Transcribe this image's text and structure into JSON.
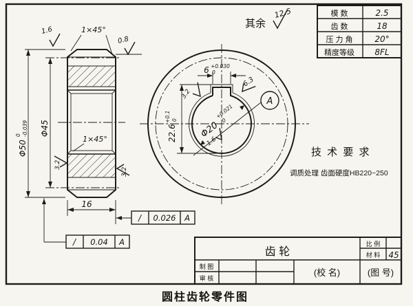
{
  "caption": "圆柱齿轮零件图",
  "general_finish": {
    "label": "其余",
    "value": "12.5"
  },
  "param_table": {
    "rows": [
      {
        "label": "模   数",
        "value": "2.5"
      },
      {
        "label": "齿   数",
        "value": "18"
      },
      {
        "label": "压 力 角",
        "value": "20°"
      },
      {
        "label": "精度等级",
        "value": "8FL"
      }
    ]
  },
  "tech_req": {
    "title": "技 术 要 求",
    "line1": "调质处理   齿面硬度HB220~250"
  },
  "side_view": {
    "dia50": {
      "text": "Φ50",
      "tol_upper": "0",
      "tol_lower": "-0.039"
    },
    "dia45": "Φ45",
    "width": "16",
    "chamfer_outer": "1×45°",
    "chamfer_bore": "1×45°",
    "finish_top": "1.6",
    "finish_right": "0.8",
    "finish_left_face": "3.2",
    "finish_right_face": "3.2"
  },
  "front_view": {
    "keyway_width": {
      "text": "6",
      "tol_upper": "+0.030",
      "tol_lower": "0"
    },
    "keyway_depth": {
      "text": "22.6",
      "tol_upper": "+0.1",
      "tol_lower": "0"
    },
    "bore": {
      "text": "Φ20",
      "tol_upper": "+0.021",
      "tol_lower": "0"
    },
    "finish_keyway_left": "3.2",
    "finish_keyway_right": "6.3",
    "finish_bore": "1.6",
    "datum": "A"
  },
  "tolerance_frames": [
    {
      "symbol": "/",
      "value": "0.026",
      "datum": "A"
    },
    {
      "symbol": "/",
      "value": "0.04",
      "datum": "A"
    }
  ],
  "title_block": {
    "part_name": "齿      轮",
    "scale_label": "比 例",
    "scale_value": "",
    "material_label": "材 料",
    "material_value": "45",
    "drawn_label": "制 图",
    "checked_label": "审 核",
    "org": "(校  名)",
    "drawing_no": "(图 号)"
  }
}
